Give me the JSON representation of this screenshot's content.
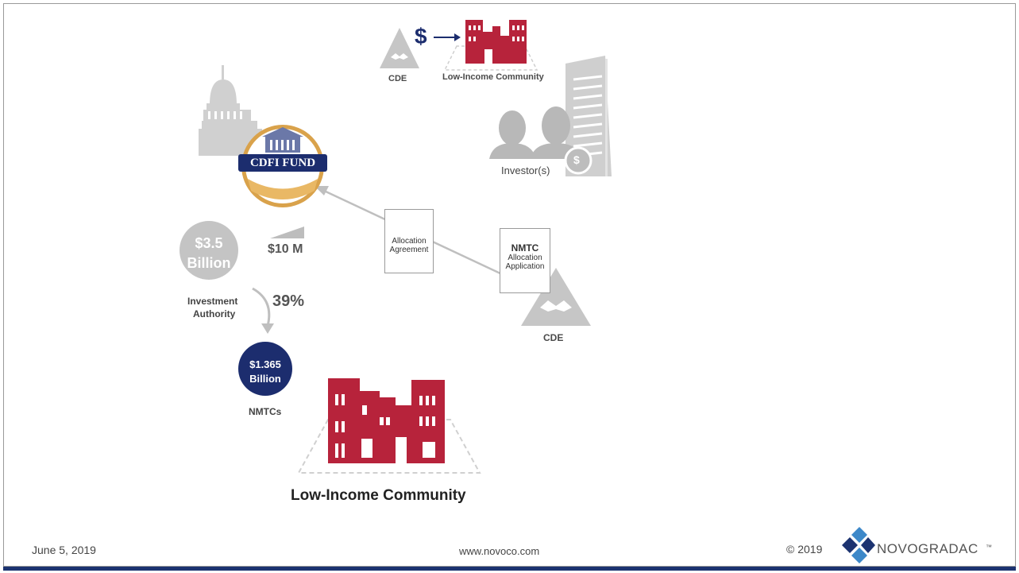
{
  "top_flow": {
    "dollar_sign": "$",
    "cde_label": "CDE",
    "community_label": "Low-Income Community"
  },
  "cdfi_seal": {
    "text": "CDFI FUND"
  },
  "investor": {
    "label": "Investor(s)",
    "coin_symbol": "$"
  },
  "documents": {
    "allocation_agreement": [
      "Allocation",
      "Agreement"
    ],
    "nmtc_application": {
      "title": "NMTC",
      "lines": [
        "Allocation",
        "Application"
      ]
    }
  },
  "cde_right": {
    "label": "CDE"
  },
  "authority": {
    "amount": "$3.5",
    "unit": "Billion",
    "label_lines": [
      "Investment",
      "Authority"
    ],
    "wedge_label": "$10 M",
    "percent": "39%"
  },
  "nmtcs": {
    "amount": "$1.365",
    "unit": "Billion",
    "label": "NMTCs"
  },
  "community_main": {
    "label": "Low-Income Community"
  },
  "footer": {
    "date": "June 5, 2019",
    "url": "www.novoco.com",
    "copyright": "© 2019",
    "brand": "NOVOGRADAC",
    "tm": "™"
  },
  "colors": {
    "navy": "#1c2d6e",
    "brick_red": "#b7233b",
    "light_gray": "#c6c6c6",
    "gold": "#d9a24b",
    "footer_bar": "#1c3370"
  }
}
